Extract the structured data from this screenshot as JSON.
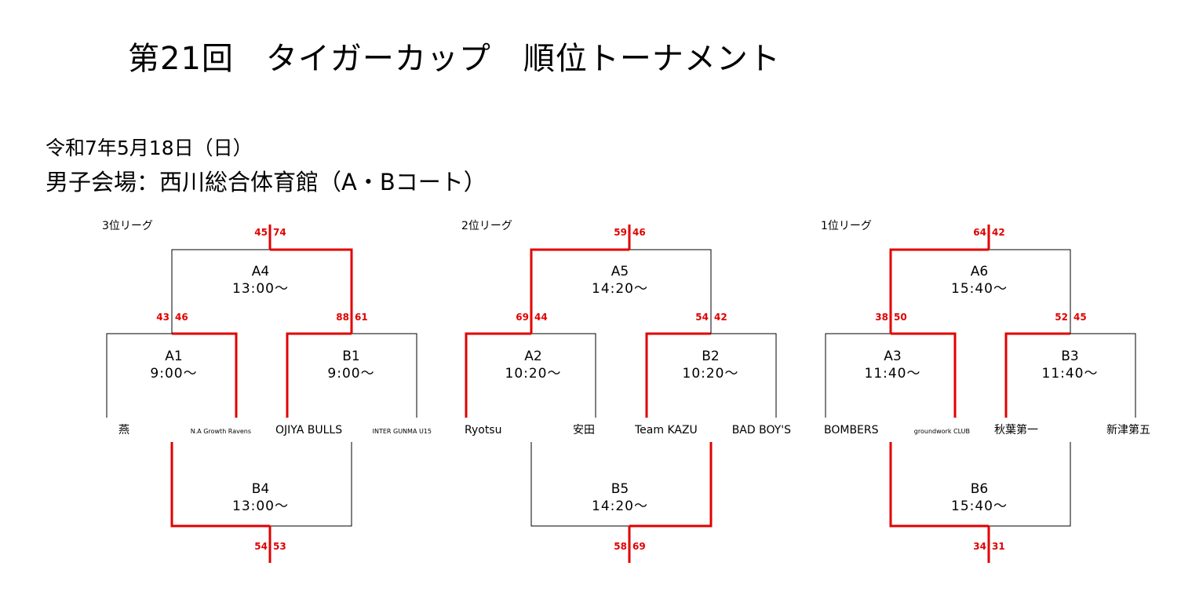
{
  "title": "第21回　タイガーカップ　順位トーナメント",
  "date": "令和7年5月18日（日）",
  "venue": "男子会場：西川総合体育館（A・Bコート）",
  "colors": {
    "winner_line": "#e00000",
    "line": "#000000",
    "score": "#e00000"
  },
  "brackets": [
    {
      "league": "3位リーグ",
      "teams": [
        "燕",
        "N.A Growth Ravens",
        "OJIYA BULLS",
        "INTER GUNMA U15"
      ],
      "matches": {
        "left": {
          "name": "A1",
          "time": "9:00～",
          "scores": [
            "43",
            "46"
          ]
        },
        "right": {
          "name": "B1",
          "time": "9:00～",
          "scores": [
            "88",
            "61"
          ]
        },
        "top": {
          "name": "A4",
          "time": "13:00～",
          "scores": [
            "45",
            "74"
          ]
        },
        "bottom": {
          "name": "B4",
          "time": "13:00～",
          "scores": [
            "54",
            "53"
          ]
        }
      }
    },
    {
      "league": "2位リーグ",
      "teams": [
        "Ryotsu",
        "安田",
        "Team KAZU",
        "BAD BOY'S"
      ],
      "matches": {
        "left": {
          "name": "A2",
          "time": "10:20～",
          "scores": [
            "69",
            "44"
          ]
        },
        "right": {
          "name": "B2",
          "time": "10:20～",
          "scores": [
            "54",
            "42"
          ]
        },
        "top": {
          "name": "A5",
          "time": "14:20～",
          "scores": [
            "59",
            "46"
          ]
        },
        "bottom": {
          "name": "B5",
          "time": "14:20～",
          "scores": [
            "58",
            "69"
          ]
        }
      }
    },
    {
      "league": "1位リーグ",
      "teams": [
        "BOMBERS",
        "groundwork CLUB",
        "秋葉第一",
        "新津第五"
      ],
      "matches": {
        "left": {
          "name": "A3",
          "time": "11:40～",
          "scores": [
            "38",
            "50"
          ]
        },
        "right": {
          "name": "B3",
          "time": "11:40～",
          "scores": [
            "52",
            "45"
          ]
        },
        "top": {
          "name": "A6",
          "time": "15:40～",
          "scores": [
            "64",
            "42"
          ]
        },
        "bottom": {
          "name": "B6",
          "time": "15:40～",
          "scores": [
            "34",
            "31"
          ]
        }
      }
    }
  ]
}
